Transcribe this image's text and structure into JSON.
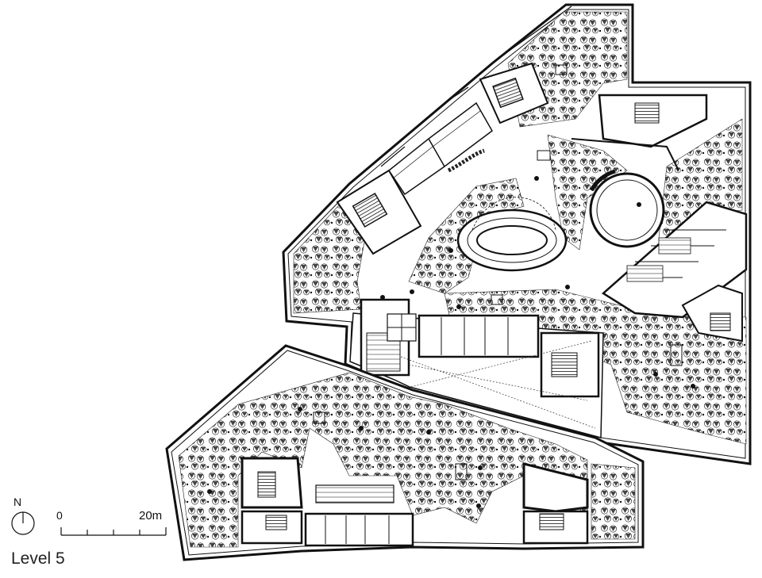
{
  "plan": {
    "level_label": "Level 5",
    "north_letter": "N",
    "scale_start": "0",
    "scale_end": "20m"
  }
}
